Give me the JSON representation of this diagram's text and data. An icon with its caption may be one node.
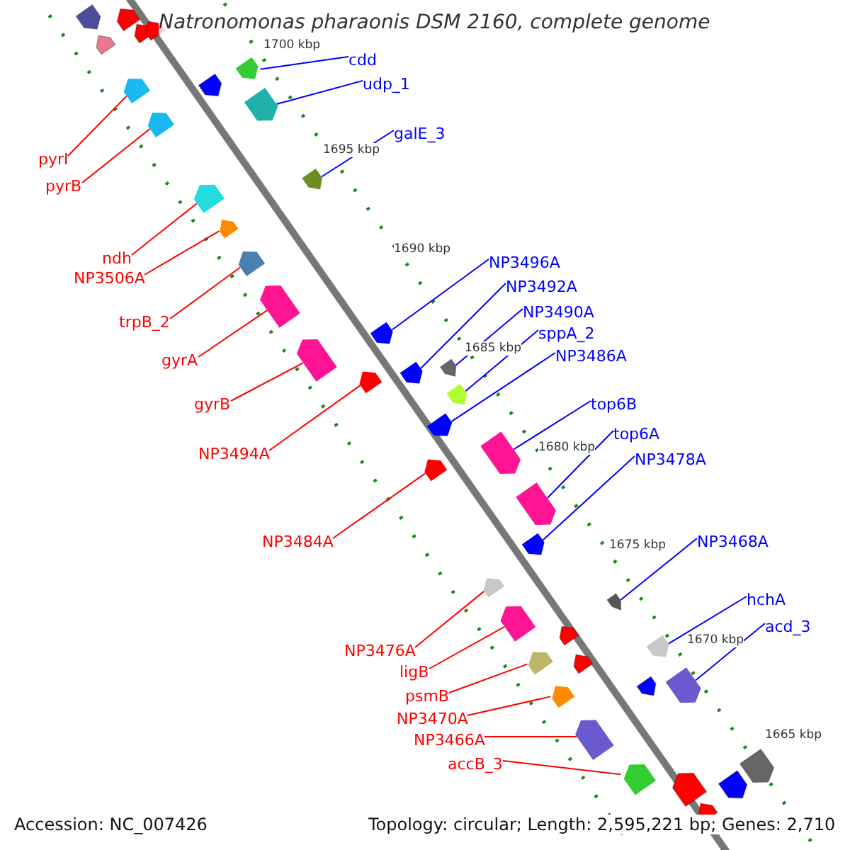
{
  "diagram": {
    "title": "Natronomonas pharaonis DSM 2160, complete genome",
    "nodes": [
      {
        "text": [
          "pyrI"
        ]
      },
      {
        "text": [
          "pyrB"
        ]
      },
      {
        "text": [
          "ndh"
        ]
      },
      {
        "text": [
          "NP3506A"
        ]
      },
      {
        "text": [
          "trpB_2"
        ]
      },
      {
        "text": [
          "gyrA"
        ]
      },
      {
        "text": [
          "gyrB"
        ]
      },
      {
        "text": [
          "NP3494A"
        ]
      },
      {
        "text": [
          "NP3484A"
        ]
      },
      {
        "text": [
          "NP3476A"
        ]
      },
      {
        "text": [
          "ligB"
        ]
      },
      {
        "text": [
          "psmB"
        ]
      },
      {
        "text": [
          "NP3470A"
        ]
      },
      {
        "text": [
          "NP3466A"
        ]
      },
      {
        "text": [
          "accB_3"
        ]
      },
      {
        "text": [
          "cdd"
        ]
      },
      {
        "text": [
          "udp_1"
        ]
      },
      {
        "text": [
          "galE_3"
        ]
      },
      {
        "text": [
          "NP3496A"
        ]
      },
      {
        "text": [
          "NP3492A"
        ]
      },
      {
        "text": [
          "NP3490A"
        ]
      },
      {
        "text": [
          "sppA_2"
        ]
      },
      {
        "text": [
          "NP3486A"
        ]
      },
      {
        "text": [
          "top6B"
        ]
      },
      {
        "text": [
          "top6A"
        ]
      },
      {
        "text": [
          "NP3478A"
        ]
      },
      {
        "text": [
          "NP3468A"
        ]
      },
      {
        "text": [
          "hchA"
        ]
      },
      {
        "text": [
          "acd_3"
        ]
      },
      {
        "text": [],
        "shape": "bar"
      },
      {
        "text": [],
        "shape": "bar"
      },
      {
        "text": [],
        "shape": "bar"
      },
      {
        "text": [],
        "shape": "bar"
      },
      {
        "text": [],
        "shape": "bar"
      },
      {
        "text": [],
        "shape": "bar"
      },
      {
        "text": [],
        "shape": "bar"
      },
      {
        "text": [],
        "shape": "bar"
      },
      {
        "text": [],
        "shape": "bar"
      },
      {
        "text": [],
        "shape": "bar"
      },
      {
        "text": [],
        "shape": "bar"
      },
      {
        "text": [],
        "shape": "bar"
      },
      {
        "text": [],
        "shape": "bar"
      },
      {
        "text": [],
        "shape": "bar"
      },
      {
        "text": [],
        "shape": "bar"
      },
      {
        "text": [],
        "shape": "bar"
      },
      {
        "text": [],
        "shape": "bar"
      },
      {
        "text": [],
        "shape": "bar"
      },
      {
        "text": [],
        "shape": "bar"
      },
      {
        "text": [],
        "shape": "bar"
      },
      {
        "text": [],
        "shape": "bar"
      },
      {
        "text": [],
        "shape": "bar"
      },
      {
        "text": [],
        "shape": "bar"
      },
      {
        "text": [],
        "shape": "bar"
      },
      {
        "text": [],
        "shape": "bar"
      },
      {
        "text": [],
        "shape": "bar"
      },
      {
        "text": [],
        "shape": "bar"
      },
      {
        "text": [],
        "shape": "bar"
      },
      {
        "text": [],
        "shape": "bar"
      }
    ],
    "edges": [
      {
        "from": 0,
        "to": 29,
        "arrow": "none"
      },
      {
        "from": 1,
        "to": 30,
        "arrow": "none"
      },
      {
        "from": 2,
        "to": 31,
        "arrow": "none"
      },
      {
        "from": 3,
        "to": 32,
        "arrow": "none"
      },
      {
        "from": 4,
        "to": 33,
        "arrow": "none"
      },
      {
        "from": 5,
        "to": 34,
        "arrow": "none"
      },
      {
        "from": 6,
        "to": 35,
        "arrow": "none"
      },
      {
        "from": 7,
        "to": 36,
        "arrow": "none"
      },
      {
        "from": 8,
        "to": 37,
        "arrow": "none"
      },
      {
        "from": 9,
        "to": 38,
        "arrow": "none"
      },
      {
        "from": 10,
        "to": 39,
        "arrow": "none"
      },
      {
        "from": 11,
        "to": 40,
        "arrow": "none"
      },
      {
        "from": 12,
        "to": 41,
        "arrow": "none"
      },
      {
        "from": 13,
        "to": 42,
        "arrow": "none"
      },
      {
        "from": 14,
        "to": 43,
        "arrow": "none"
      },
      {
        "from": 15,
        "to": 44,
        "arrow": "none",
        "color": "#0000ff"
      },
      {
        "from": 16,
        "to": 45,
        "arrow": "none",
        "color": "#0000ff"
      },
      {
        "from": 17,
        "to": 46,
        "arrow": "none",
        "color": "#0000ff"
      },
      {
        "from": 18,
        "to": 47,
        "arrow": "none",
        "color": "#0000ff"
      },
      {
        "from": 19,
        "to": 48,
        "arrow": "none",
        "color": "#0000ff"
      },
      {
        "from": 20,
        "to": 49,
        "arrow": "none",
        "color": "#0000ff"
      },
      {
        "from": 21,
        "to": 50,
        "arrow": "none",
        "color": "#0000ff"
      },
      {
        "from": 22,
        "to": 51,
        "arrow": "none",
        "color": "#0000ff"
      },
      {
        "from": 23,
        "to": 52,
        "arrow": "none",
        "color": "#0000ff"
      },
      {
        "from": 24,
        "to": 53,
        "arrow": "none",
        "color": "#0000ff"
      },
      {
        "from": 25,
        "to": 54,
        "arrow": "none",
        "color": "#0000ff"
      },
      {
        "from": 26,
        "to": 55,
        "arrow": "none",
        "color": "#0000ff"
      },
      {
        "from": 27,
        "to": 56,
        "arrow": "none",
        "color": "#0000ff"
      },
      {
        "from": 28,
        "to": 57,
        "arrow": "none",
        "color": "#0000ff"
      }
    ],
    "labels": [
      "1700 kbp",
      "1695 kbp",
      "1690 kbp",
      "1685 kbp",
      "1680 kbp",
      "1675 kbp",
      "1670 kbp",
      "1665 kbp",
      "Accession: NC_007426",
      "Topology: circular; Length: 2,595,221 bp; Genes: 2,710"
    ]
  }
}
